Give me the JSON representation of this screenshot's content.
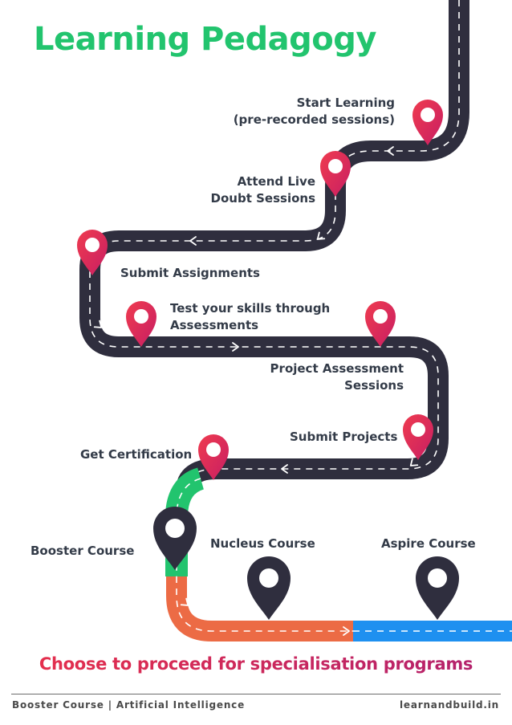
{
  "title": "Learning Pedagogy",
  "steps": {
    "start_learning": [
      "Start Learning",
      "(pre-recorded sessions)"
    ],
    "attend_live": [
      "Attend Live",
      "Doubt Sessions"
    ],
    "submit_assignments": "Submit Assignments",
    "test_skills": [
      "Test your skills through",
      "Assessments"
    ],
    "project_assessment": [
      "Project Assessment",
      "Sessions"
    ],
    "submit_projects": "Submit Projects",
    "get_certification": "Get Certification"
  },
  "courses": {
    "booster": "Booster Course",
    "nucleus": "Nucleus Course",
    "aspire": "Aspire Course"
  },
  "cta": "Choose to proceed for specialisation programs",
  "footer": {
    "left": "Booster Course | Artificial Intelligence",
    "right": "learnandbuild.in"
  },
  "colors": {
    "title": "#22c46e",
    "road": "#2f2e3e",
    "pin_red": "#e8304a",
    "pin_dark": "#2f2e3e",
    "road_green": "#22c46e",
    "road_orange": "#ec6b45",
    "road_blue": "#1e90f0",
    "cta_gradient": [
      "#e8304a",
      "#b0206e"
    ]
  },
  "icons": [
    "location-pin-icon",
    "arrow-icon"
  ]
}
